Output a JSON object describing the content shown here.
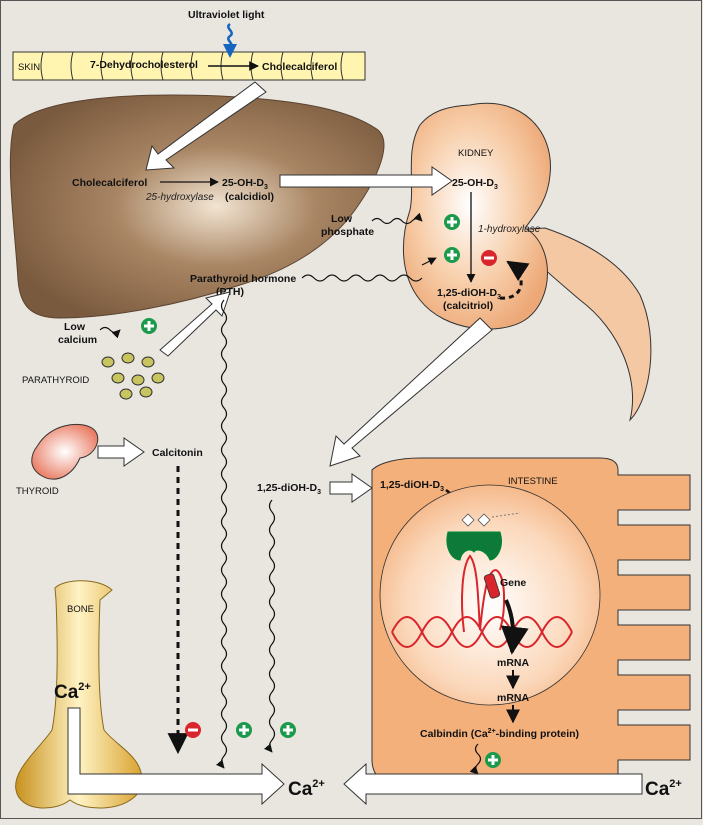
{
  "skin": {
    "uv_label": "Ultraviolet light",
    "skin_label": "SKIN",
    "dehydro_label": "7-Dehydrocholesterol",
    "chole_label": "Cholecalciferol"
  },
  "liver": {
    "chole_label": "Cholecalciferol",
    "ohd3_base": "25-OH-D",
    "ohd3_sub": "3",
    "enzyme_label": "25-hydroxylase",
    "calcidiol_label": "(calcidiol)"
  },
  "kidney": {
    "title": "KIDNEY",
    "ohd3_base": "25-OH-D",
    "ohd3_sub": "3",
    "hydroxylase_label": "1-hydroxylase",
    "diohd3_base": "1,25-diOH-D",
    "diohd3_sub": "3",
    "calcitriol_label": "(calcitriol)",
    "low_phosphate_line1": "Low",
    "low_phosphate_line2": "phosphate"
  },
  "parathyroid": {
    "pth_line1": "Parathyroid hormone",
    "pth_line2": "(PTH)",
    "low_calcium_line1": "Low",
    "low_calcium_line2": "calcium",
    "label": "PARATHYROID"
  },
  "thyroid": {
    "label": "THYROID",
    "calcitonin_label": "Calcitonin"
  },
  "blood": {
    "diohd3_base": "1,25-diOH-D",
    "diohd3_sub": "3"
  },
  "intestine": {
    "title": "INTESTINE",
    "diohd3_base": "1,25-diOH-D",
    "diohd3_sub": "3",
    "gene_label": "Gene",
    "mrna_label_1": "mRNA",
    "mrna_label_2": "mRNA",
    "calbindin_pre": "Calbindin (Ca",
    "calbindin_sup": "2+",
    "calbindin_post": "-binding protein)"
  },
  "bone": {
    "title": "BONE",
    "ca_base": "Ca",
    "ca_sup": "2+"
  },
  "calcium": {
    "center_base": "Ca",
    "center_sup": "2+",
    "right_base": "Ca",
    "right_sup": "2+"
  },
  "signs": {
    "plus": "+",
    "minus": "−"
  },
  "colors": {
    "background": "#e9e6e0",
    "liver": "#8a6a4e",
    "kidney": "#f5c49c",
    "intestine": "#f4b07a",
    "bone": "#e8b84a",
    "plus_badge": "#1a9a4a",
    "minus_badge": "#d8262c",
    "dna": "#d8262c",
    "receptor": "#0e7a3a"
  }
}
